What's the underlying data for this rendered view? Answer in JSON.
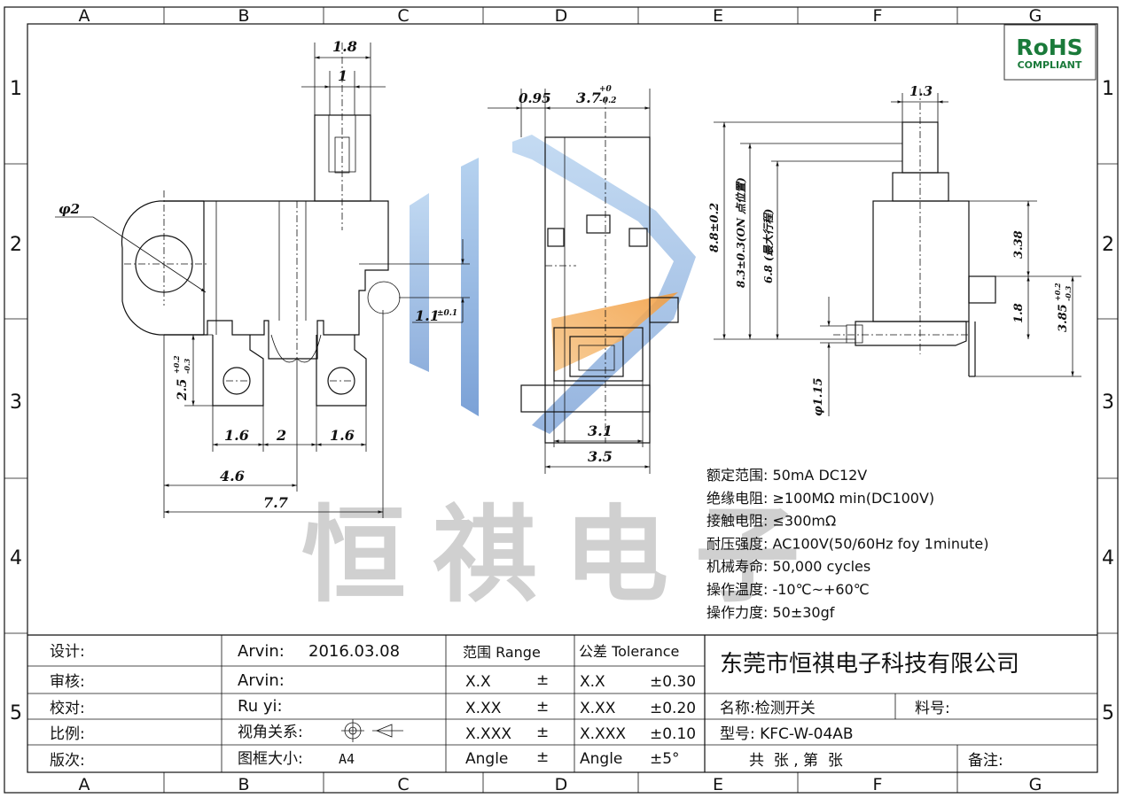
{
  "grid": {
    "columns": [
      "A",
      "B",
      "C",
      "D",
      "E",
      "F",
      "G"
    ],
    "rows": [
      "1",
      "2",
      "3",
      "4",
      "5"
    ]
  },
  "rohs": {
    "main": "RoHS",
    "sub": "COMPLIANT",
    "color": "#1a7a3a"
  },
  "watermark": {
    "text": "恒祺电子"
  },
  "dimensions": {
    "d_1_8": "1.8",
    "d_1": "1",
    "phi2": "φ2",
    "d_1_1": "1.1",
    "d_1_1_tol": "±0.1",
    "d_2_5": "2.5",
    "d_2_5_tol_up": "+0.2",
    "d_2_5_tol_low": "-0.3",
    "d_1_6a": "1.6",
    "d_2": "2",
    "d_1_6b": "1.6",
    "d_4_6": "4.6",
    "d_7_7": "7.7",
    "d_0_95": "0.95",
    "d_3_7": "3.7",
    "d_3_7_tol_up": "+0",
    "d_3_7_tol_low": "-0.2",
    "d_3_1": "3.1",
    "d_3_5": "3.5",
    "d_1_3": "1.3",
    "d_8_8": "8.8±0.2",
    "d_8_3": "8.3±0.3(ON 点位置)",
    "d_6_8": "6.8 (最大行程)",
    "d_3_38": "3.38",
    "d_1_8_side": "1.8",
    "d_3_85": "3.85",
    "d_3_85_tol_up": "+0.2",
    "d_3_85_tol_low": "-0.3",
    "d_phi_1_15": "φ1.15"
  },
  "specs": [
    "额定范围: 50mA DC12V",
    "绝缘电阻: ≥100MΩ min(DC100V)",
    "接触电阻: ≤300mΩ",
    "耐压强度: AC100V(50/60Hz  foy  1minute)",
    "机械寿命: 50,000 cycles",
    "操作温度: -10℃~+60℃",
    "操作力度: 50±30gf"
  ],
  "title_block": {
    "design_label": "设计:",
    "check_label": "审核:",
    "proof_label": "校对:",
    "scale_label": "比例:",
    "version_label": "版次:",
    "designer": "Arvin:",
    "design_date": "2016.03.08",
    "checker": "Arvin:",
    "proofer": "Ru yi:",
    "view_label": "视角关系:",
    "frame_label": "图框大小:",
    "frame_value": "A4",
    "range_header": "范围 Range",
    "tol_header": "公差 Tolerance",
    "range_rows": [
      {
        "range": "X.X",
        "pm": "±",
        "tol_key": "X.X",
        "tol": "±0.30"
      },
      {
        "range": "X.XX",
        "pm": "±",
        "tol_key": "X.XX",
        "tol": "±0.20"
      },
      {
        "range": "X.XXX",
        "pm": "±",
        "tol_key": "X.XXX",
        "tol": "±0.10"
      },
      {
        "range": "Angle",
        "pm": "±",
        "tol_key": "Angle",
        "tol": "±5°"
      }
    ],
    "company": "东莞市恒祺电子科技有限公司",
    "name": "名称:检测开关",
    "material": "料号:",
    "model": "型号: KFC-W-04AB",
    "sheets": "共  张 , 第  张",
    "remark": "备注:"
  }
}
